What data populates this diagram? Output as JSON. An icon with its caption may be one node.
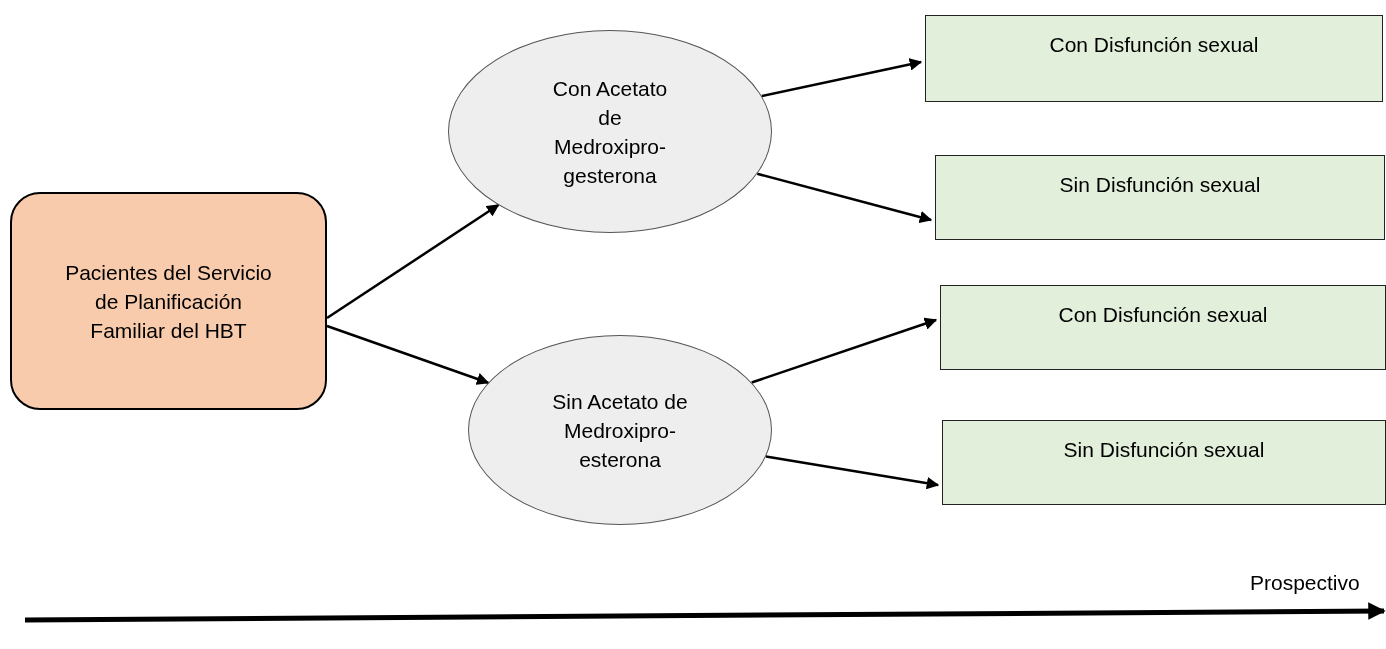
{
  "diagram": {
    "nodes": [
      {
        "text": [
          "Pacientes del Servicio de Planificación Familiar del HBT"
        ]
      },
      {
        "text": [
          "Con Acetato de Medroxipro- gesterona"
        ]
      },
      {
        "text": [
          "Sin Acetato de Medroxipro- esterona"
        ]
      },
      {
        "text": [
          "Con Disfunción sexual"
        ]
      },
      {
        "text": [
          "Sin Disfunción sexual"
        ]
      },
      {
        "text": [
          "Con Disfunción sexual"
        ]
      },
      {
        "text": [
          "Sin Disfunción sexual"
        ]
      }
    ],
    "edges": [
      {
        "from": 0,
        "to": 1,
        "arrow": "to"
      },
      {
        "from": 0,
        "to": 2,
        "arrow": "to"
      },
      {
        "from": 1,
        "to": 3,
        "arrow": "to"
      },
      {
        "from": 1,
        "to": 4,
        "arrow": "to"
      },
      {
        "from": 2,
        "to": 5,
        "arrow": "to"
      },
      {
        "from": 2,
        "to": 6,
        "arrow": "to"
      }
    ],
    "labels": [
      "Prospectivo"
    ]
  }
}
